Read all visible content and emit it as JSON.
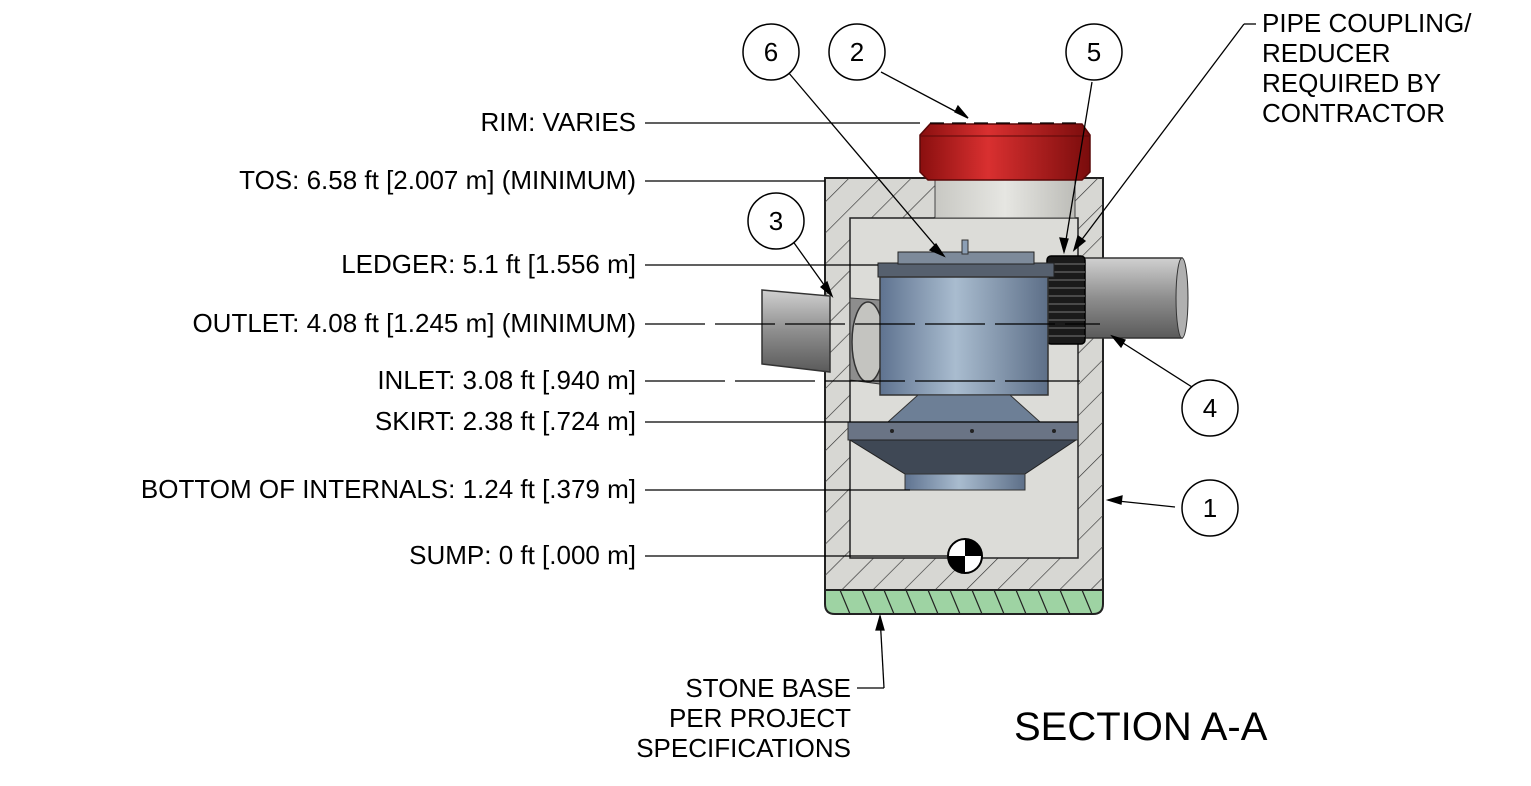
{
  "elevations": [
    {
      "key": "rim",
      "text": "RIM: VARIES"
    },
    {
      "key": "tos",
      "text": "TOS: 6.58 ft [2.007 m] (MINIMUM)"
    },
    {
      "key": "ledger",
      "text": "LEDGER: 5.1 ft [1.556 m]"
    },
    {
      "key": "outlet",
      "text": "OUTLET: 4.08 ft [1.245 m] (MINIMUM)"
    },
    {
      "key": "inlet",
      "text": "INLET: 3.08 ft [.940 m]"
    },
    {
      "key": "skirt",
      "text": "SKIRT: 2.38 ft [.724 m]"
    },
    {
      "key": "bottom",
      "text": "BOTTOM OF INTERNALS: 1.24 ft [.379 m]"
    },
    {
      "key": "sump",
      "text": "SUMP: 0 ft [.000 m]"
    }
  ],
  "callouts": {
    "pipe_coupling": [
      "PIPE COUPLING/",
      "REDUCER",
      "REQUIRED BY",
      "CONTRACTOR"
    ],
    "stone_base": [
      "STONE BASE",
      "PER PROJECT",
      "SPECIFICATIONS"
    ]
  },
  "balloons": [
    "1",
    "2",
    "3",
    "4",
    "5",
    "6"
  ],
  "title": "SECTION A-A",
  "colors": {
    "cover_red": "#c21d1d",
    "concrete": "#d9d9d6",
    "internals": "#8c9fb5",
    "stone": "#9ed3a3",
    "pipe": "#9c9c9c"
  }
}
